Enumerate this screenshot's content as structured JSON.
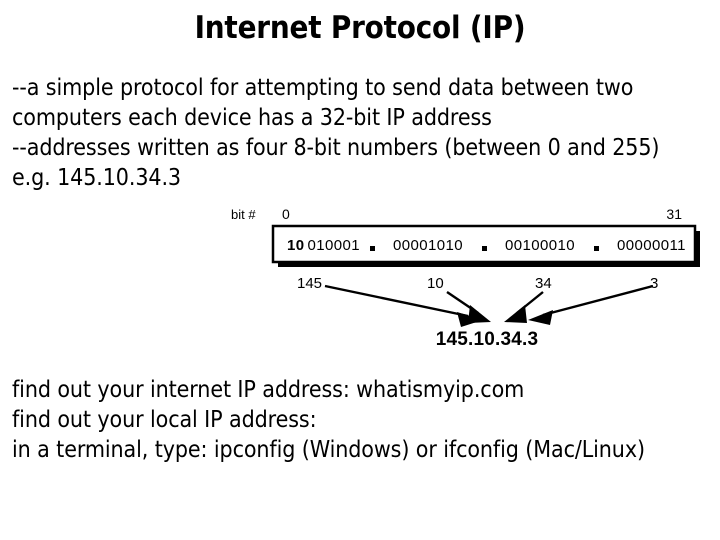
{
  "slide": {
    "title": "Internet Protocol (IP)",
    "body_upper": [
      "--a simple protocol for attempting to send data between two computers each device has a 32-bit IP address",
      "--addresses written as four 8-bit numbers (between 0 and 255)",
      "e.g. 145.10.34.3"
    ],
    "body_lower": [
      "find out your internet IP address: whatismyip.com",
      "find out your local IP address:",
      "in a terminal, type: ipconfig (Windows) or ifconfig (Mac/Linux)"
    ]
  },
  "diagram": {
    "bit_label": "bit #",
    "bit_start": "0",
    "bit_end": "31",
    "octets": [
      {
        "bold_prefix": "10",
        "rest": "010001",
        "binary": "10010001",
        "decimal": "145"
      },
      {
        "bold_prefix": "",
        "rest": "00001010",
        "binary": "00001010",
        "decimal": "10"
      },
      {
        "bold_prefix": "",
        "rest": "00100010",
        "binary": "00100010",
        "decimal": "34"
      },
      {
        "bold_prefix": "",
        "rest": "00000011",
        "binary": "00000011",
        "decimal": "3"
      }
    ],
    "separators": [
      ".",
      ".",
      "."
    ],
    "result_ip": "145.10.34.3",
    "colors": {
      "ink": "#000000",
      "background": "#ffffff",
      "box_border": "#000000",
      "box_shadow": "#000000"
    }
  }
}
